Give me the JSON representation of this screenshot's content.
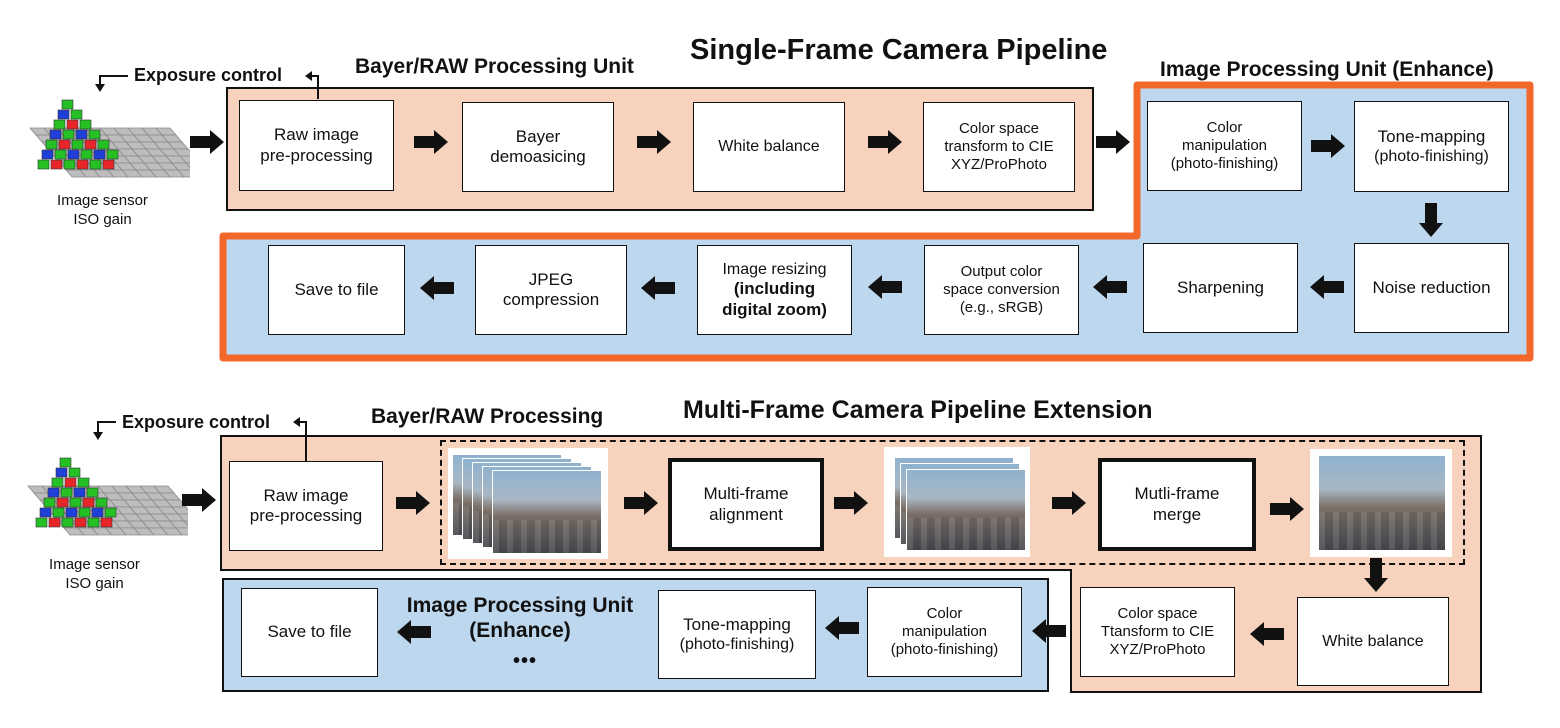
{
  "single": {
    "title": "Single-Frame Camera Pipeline",
    "bayer_unit": "Bayer/RAW Processing Unit",
    "ipu_title": "Image Processing Unit (Enhance)",
    "exposure": "Exposure control",
    "sensor_line1": "Image sensor",
    "sensor_line2": "ISO gain",
    "raw": [
      "Raw image",
      "pre-processing"
    ],
    "demosaic": [
      "Bayer",
      "demoasicing"
    ],
    "wb": "White balance",
    "cst": [
      "Color space",
      "transform to CIE",
      "XYZ/ProPhoto"
    ],
    "colorman": [
      "Color",
      "manipulation",
      "(photo-finishing)"
    ],
    "tone": [
      "Tone-mapping",
      "(photo-finishing)"
    ],
    "noise": "Noise reduction",
    "sharp": "Sharpening",
    "output": [
      "Output color",
      "space conversion",
      "(e.g., sRGB)"
    ],
    "resize": [
      "Image resizing",
      "(including",
      "digital zoom)"
    ],
    "jpeg": [
      "JPEG",
      "compression"
    ],
    "save": "Save to file"
  },
  "multi": {
    "title": "Multi-Frame Camera Pipeline Extension",
    "bayer": "Bayer/RAW Processing",
    "exposure": "Exposure control",
    "sensor_line1": "Image sensor",
    "sensor_line2": "ISO gain",
    "raw": [
      "Raw image",
      "pre-processing"
    ],
    "align": [
      "Multi-frame",
      "alignment"
    ],
    "merge": [
      "Mutli-frame",
      "merge"
    ],
    "wb": "White balance",
    "cst": [
      "Color space",
      "Ttansform to CIE",
      "XYZ/ProPhoto"
    ],
    "colorman": [
      "Color",
      "manipulation",
      "(photo-finishing)"
    ],
    "tone": [
      "Tone-mapping",
      "(photo-finishing)"
    ],
    "ipu_title": [
      "Image Processing Unit",
      "(Enhance)"
    ],
    "ellipsis": "•••",
    "save": "Save to file"
  },
  "colors": {
    "peach": "#f7d2bd",
    "blue": "#bdd7ee",
    "orange_outline": "#f2682a",
    "sensor_red": "#e8262a",
    "sensor_green": "#24c024",
    "sensor_blue": "#1f3fd8"
  }
}
